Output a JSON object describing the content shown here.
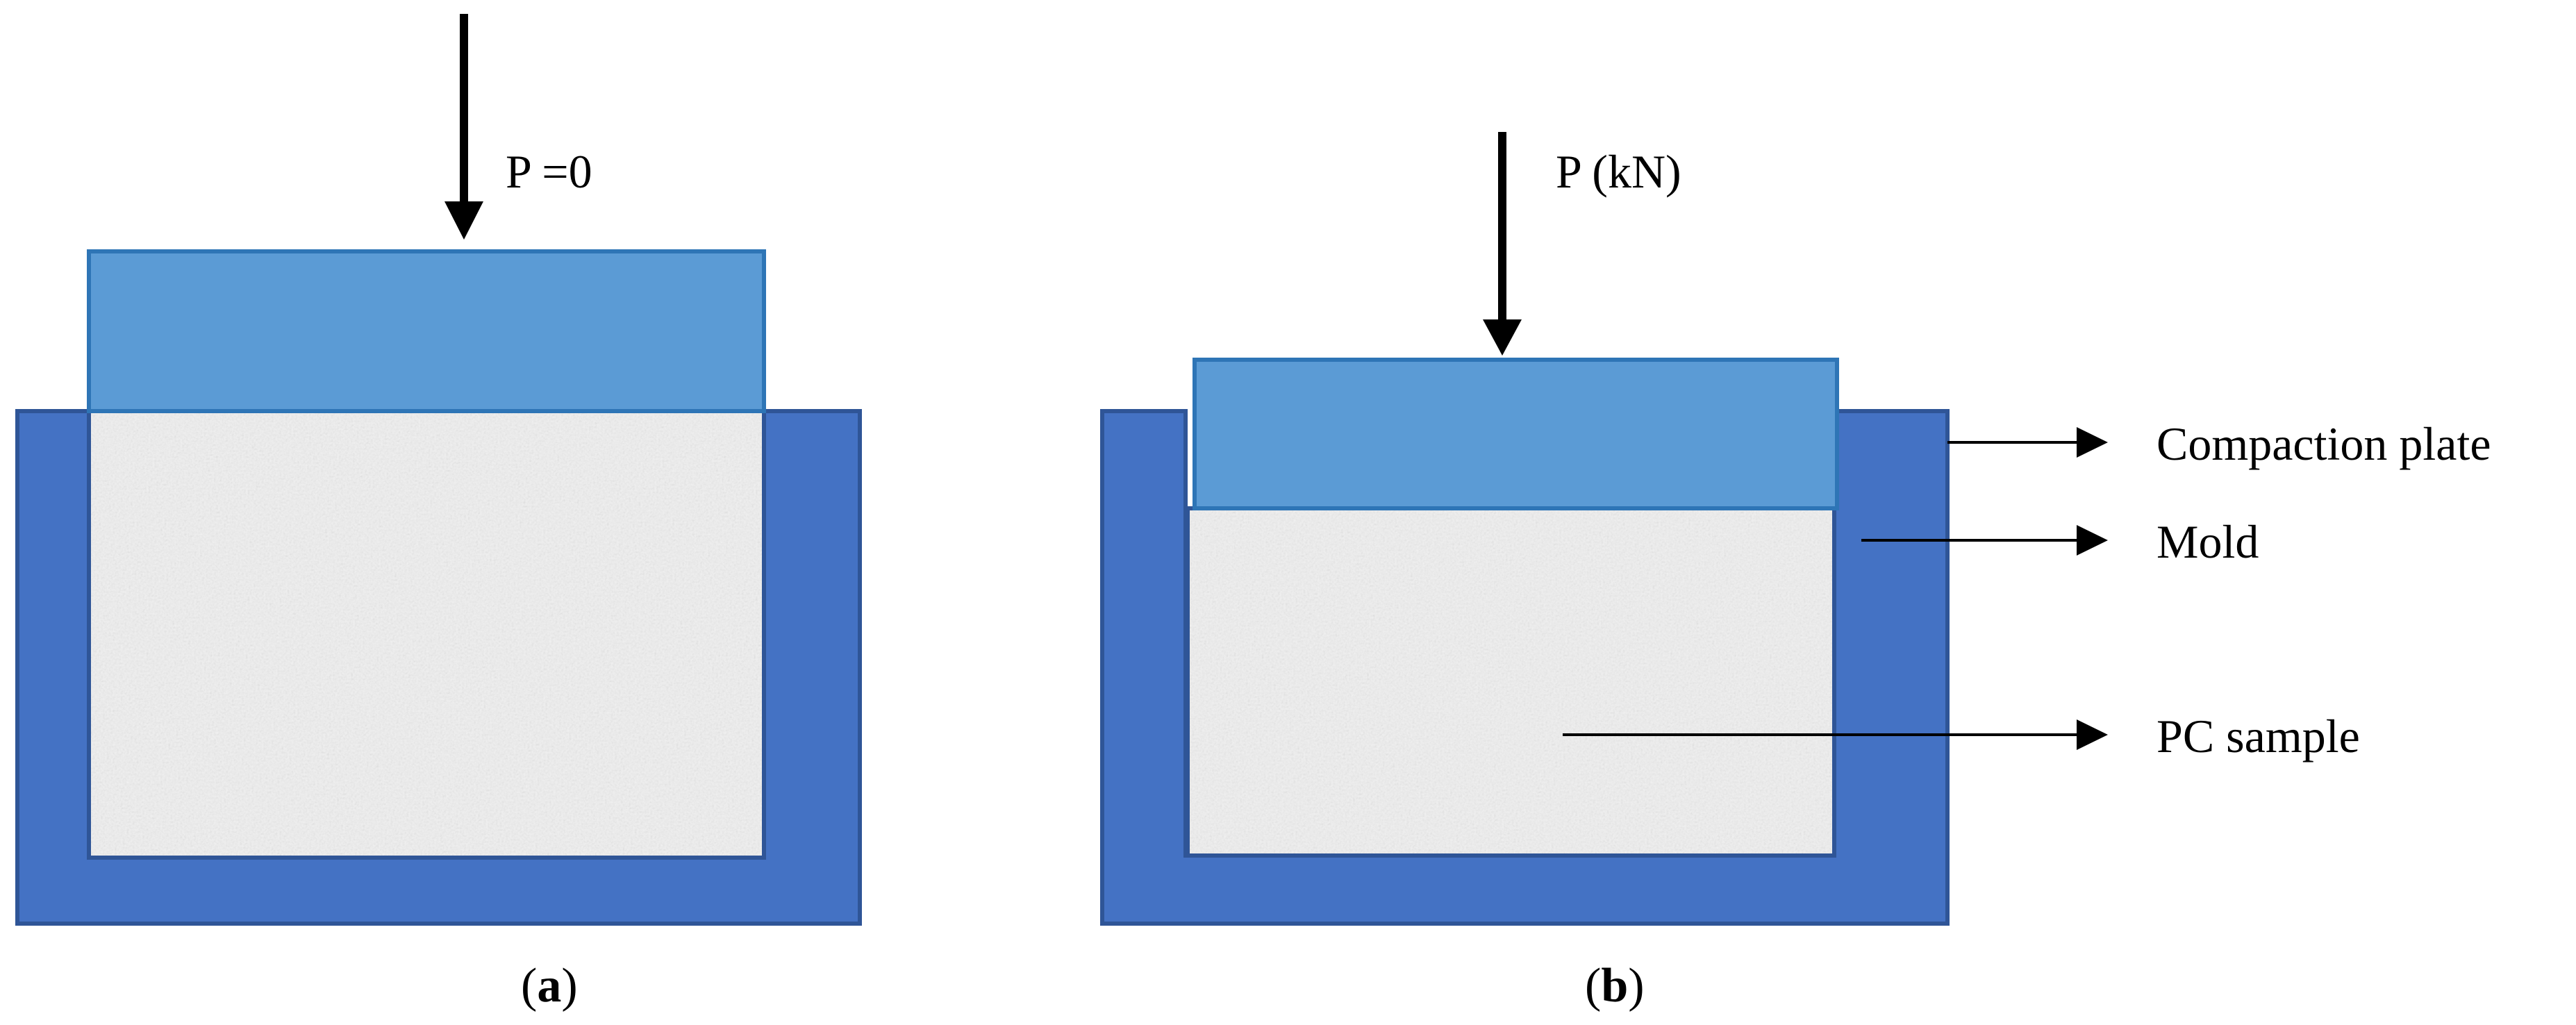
{
  "colors": {
    "mold_fill": "#4472C4",
    "mold_stroke": "#2F5597",
    "plate_fill": "#5B9BD5",
    "plate_stroke": "#2E75B6",
    "sample_fill": "#EDEDED",
    "arrow": "#000000"
  },
  "panel_a": {
    "load_label": "P =0",
    "caption_open": "(",
    "caption_letter": "a",
    "caption_close": ")"
  },
  "panel_b": {
    "load_label": "P (kN)",
    "caption_open": "(",
    "caption_letter": "b",
    "caption_close": ")"
  },
  "callouts": {
    "compaction_plate": "Compaction plate",
    "mold": "Mold",
    "pc_sample": "PC sample"
  }
}
